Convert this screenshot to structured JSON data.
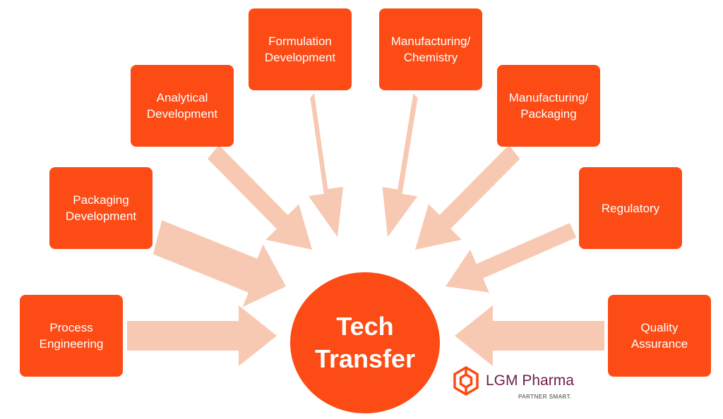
{
  "diagram": {
    "center_label": "Tech\nTransfer",
    "nodes": [
      {
        "id": "process-engineering",
        "label": "Process\nEngineering"
      },
      {
        "id": "packaging-development",
        "label": "Packaging\nDevelopment"
      },
      {
        "id": "analytical-development",
        "label": "Analytical\nDevelopment"
      },
      {
        "id": "formulation-development",
        "label": "Formulation\nDevelopment"
      },
      {
        "id": "manufacturing-chemistry",
        "label": "Manufacturing/\nChemistry"
      },
      {
        "id": "manufacturing-packaging",
        "label": "Manufacturing/\nPackaging"
      },
      {
        "id": "regulatory",
        "label": "Regulatory"
      },
      {
        "id": "quality-assurance",
        "label": "Quality\nAssurance"
      }
    ]
  },
  "logo": {
    "name": "LGM Pharma",
    "tagline": "PARTNER SMART."
  },
  "colors": {
    "accent": "#fc4b15",
    "arrow": "#f8c9b2",
    "logo_text": "#6f1b4f"
  }
}
